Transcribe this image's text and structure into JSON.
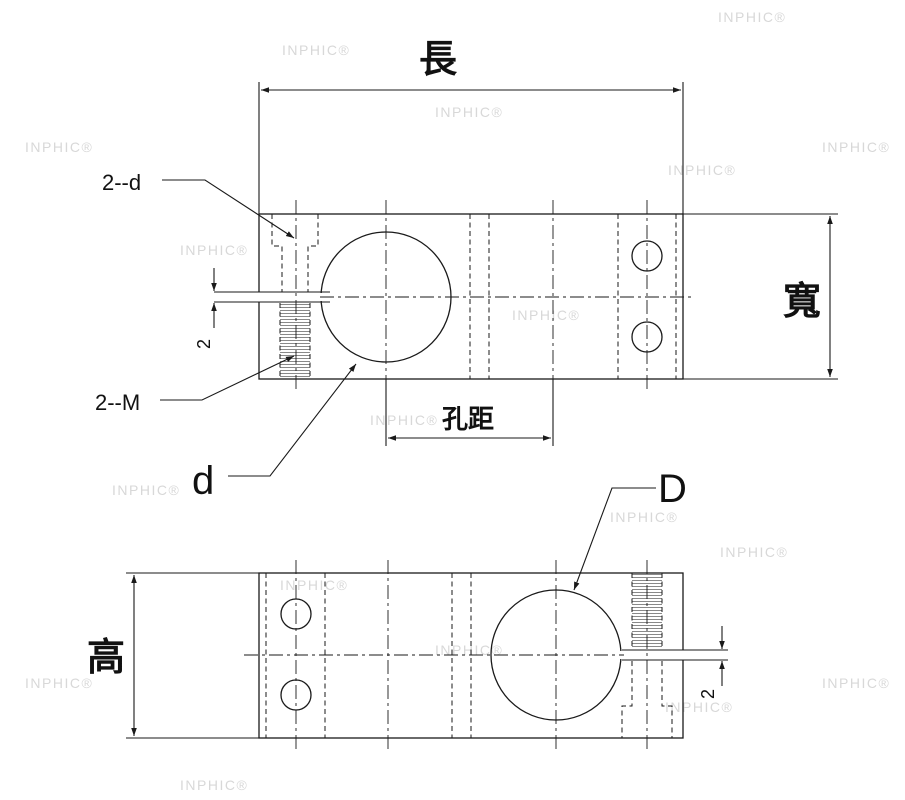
{
  "labels": {
    "length": "長",
    "width": "寬",
    "height": "高",
    "hole_pitch": "孔距",
    "counterbore": "2--d",
    "thread": "2--M",
    "slot_top": "2",
    "slot_bottom": "2",
    "inner_diameter": "d",
    "outer_diameter": "D"
  },
  "watermark": "INPHIC®"
}
